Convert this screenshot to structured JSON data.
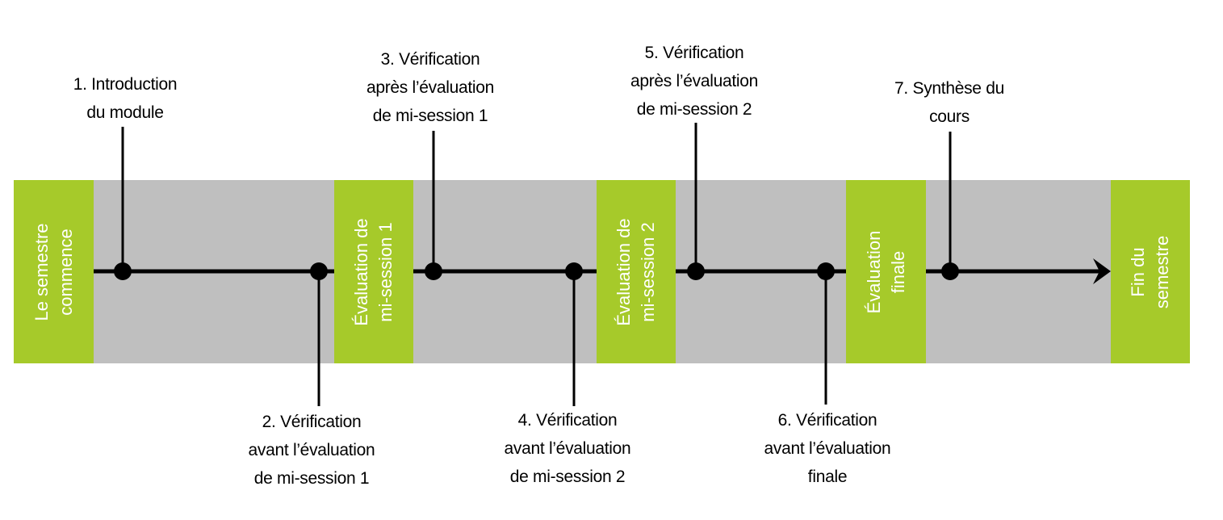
{
  "colors": {
    "band": "#bfbfbf",
    "block": "#a6ca2a",
    "block_text": "#ffffff",
    "line": "#000000"
  },
  "blocks": [
    {
      "id": "start",
      "text": "Le semestre\ncommence"
    },
    {
      "id": "mid1",
      "text": "Évaluation de\nmi-session 1"
    },
    {
      "id": "mid2",
      "text": "Évaluation de\nmi-session 2"
    },
    {
      "id": "final",
      "text": "Évaluation\nfinale"
    },
    {
      "id": "end",
      "text": "Fin du\nsemestre"
    }
  ],
  "milestones": [
    {
      "n": 1,
      "position": "above",
      "text": "1. Introduction\ndu module"
    },
    {
      "n": 2,
      "position": "below",
      "text": "2. Vérification\navant l’évaluation\nde mi-session 1"
    },
    {
      "n": 3,
      "position": "above",
      "text": "3. Vérification\naprès l’évaluation\nde mi-session 1"
    },
    {
      "n": 4,
      "position": "below",
      "text": "4. Vérification\navant l’évaluation\nde mi-session 2"
    },
    {
      "n": 5,
      "position": "above",
      "text": "5. Vérification\naprès l’évaluation\nde mi-session 2"
    },
    {
      "n": 6,
      "position": "below",
      "text": "6. Vérification\navant l’évaluation\nfinale"
    },
    {
      "n": 7,
      "position": "above",
      "text": "7. Synthèse du\ncours"
    }
  ]
}
